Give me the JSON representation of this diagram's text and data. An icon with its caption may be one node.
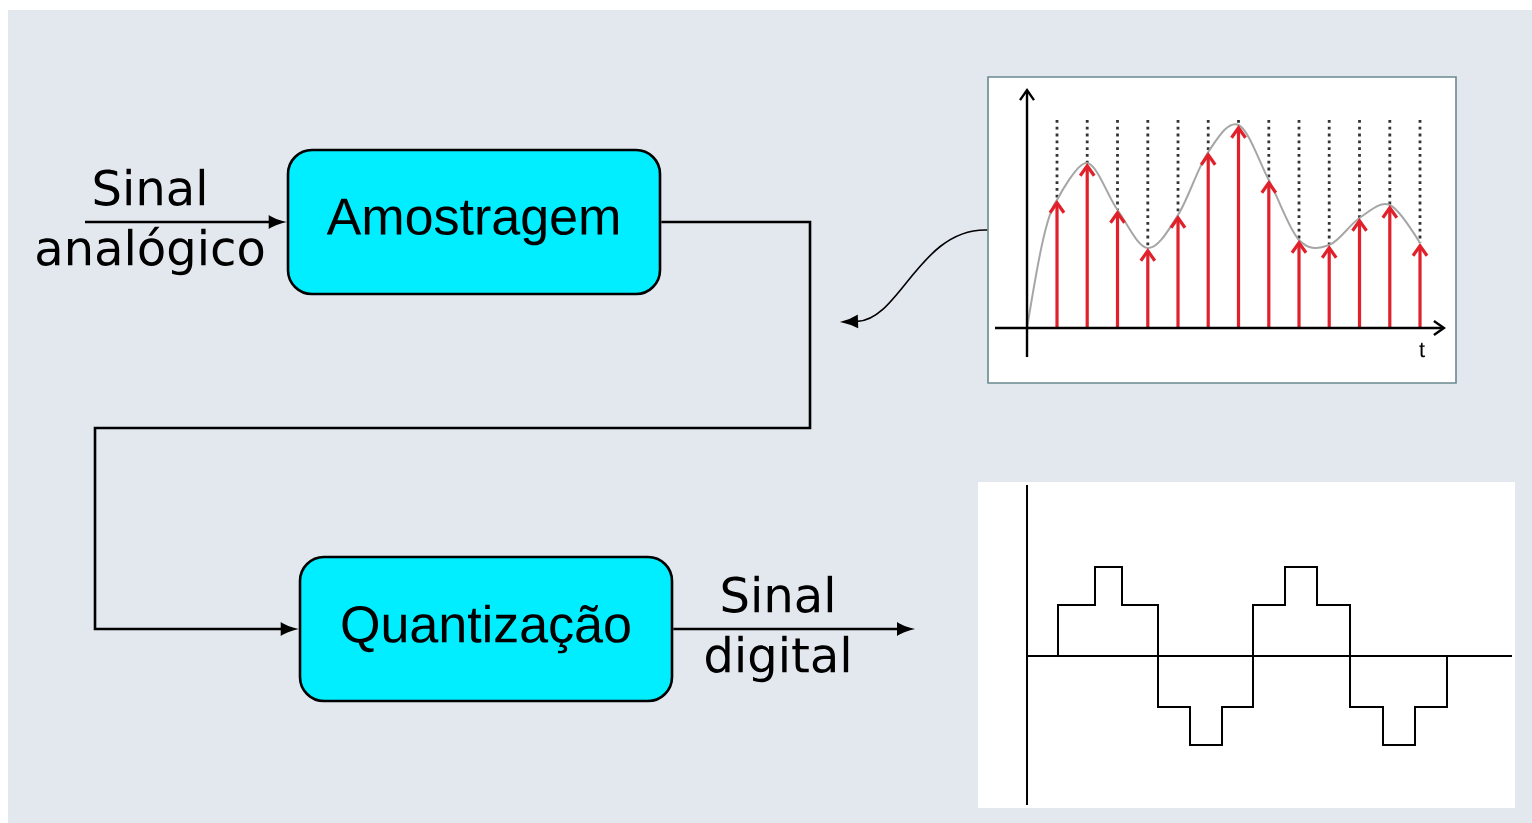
{
  "diagram": {
    "nodes": [
      {
        "text": [
          "Amostragem"
        ]
      },
      {
        "text": [
          "Quantização"
        ]
      },
      {
        "text": [],
        "shape": "picture"
      }
    ],
    "edges": [
      {
        "from": null,
        "to": 0,
        "arrow": "to",
        "label": "Sinal analógico"
      },
      {
        "from": 0,
        "to": 1,
        "arrow": "to"
      },
      {
        "from": 1,
        "to": null,
        "arrow": "to",
        "label": "Sinal digital"
      },
      {
        "from": 2,
        "to": null,
        "arrow": "to"
      }
    ],
    "labels": [
      "t"
    ]
  }
}
